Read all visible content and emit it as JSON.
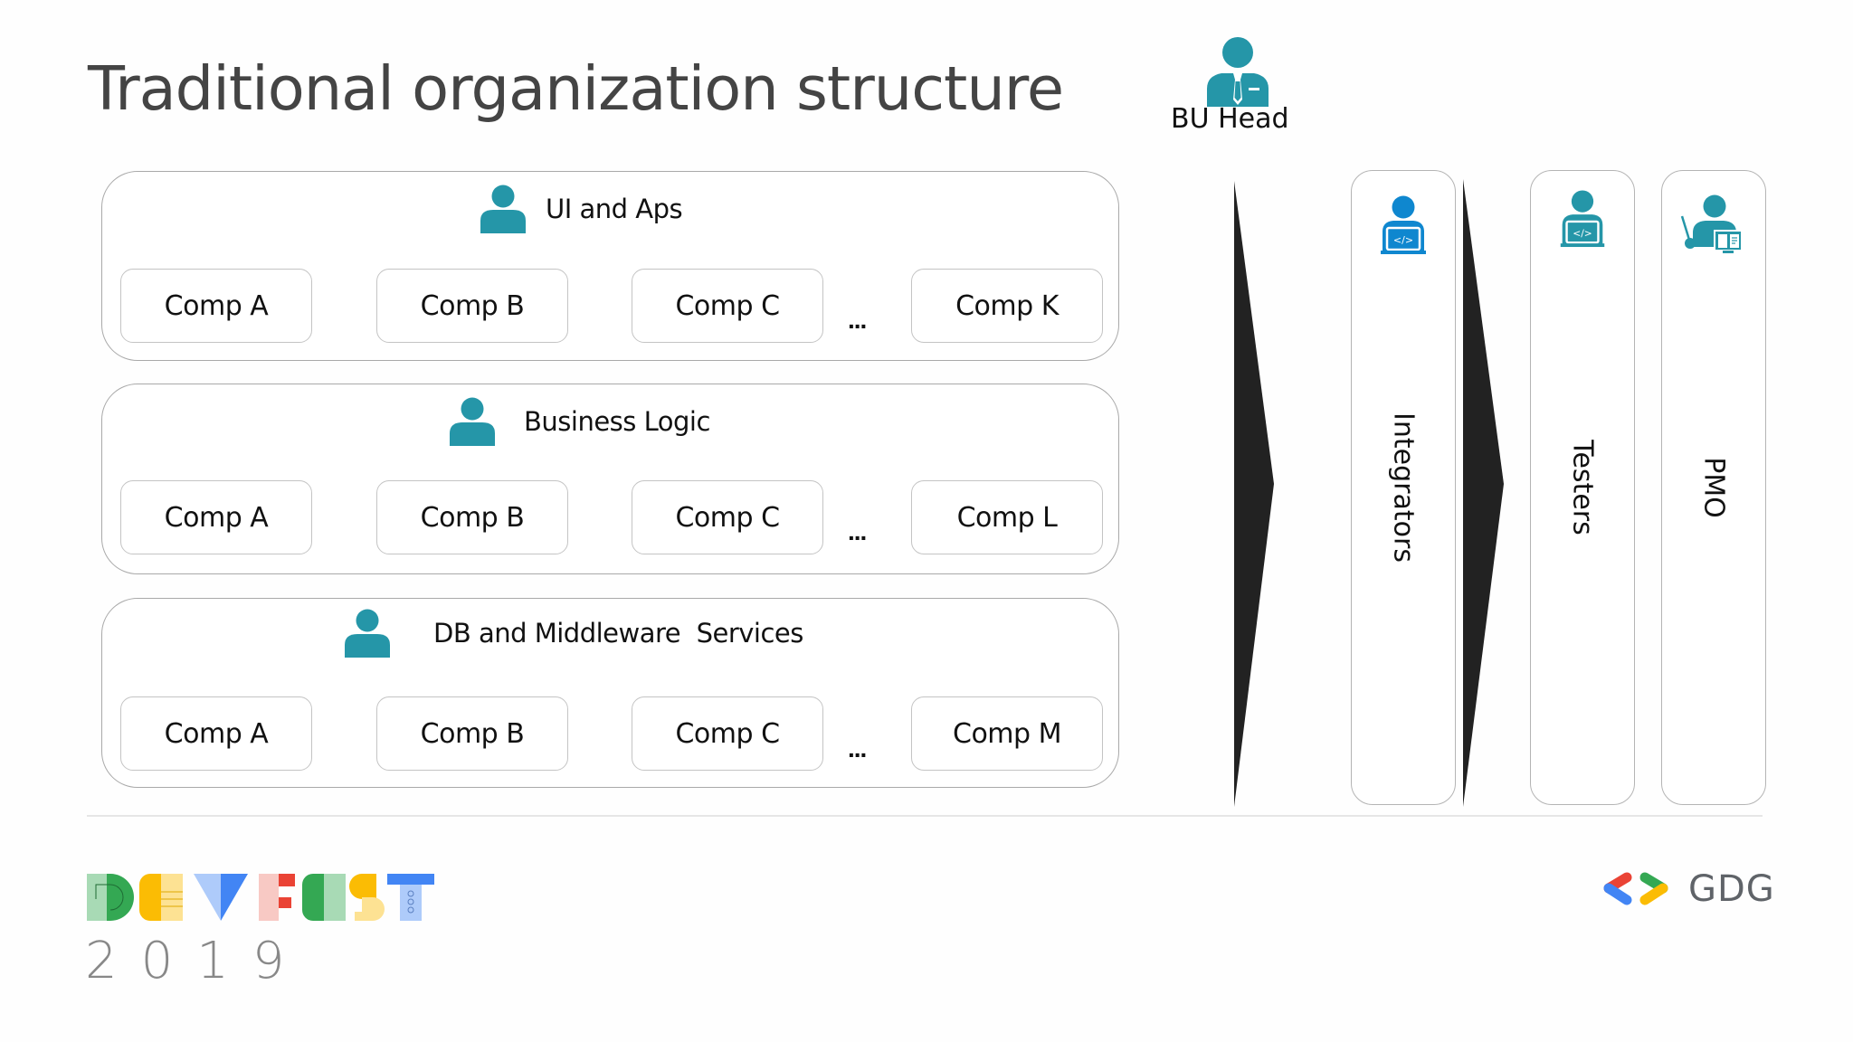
{
  "slide": {
    "title": "Traditional organization structure",
    "bu_head": {
      "label": "BU Head",
      "icon": "manager-person-icon"
    },
    "layers": [
      {
        "title": "UI and Aps",
        "icon": "person-icon",
        "components": [
          "Comp A",
          "Comp B",
          "Comp C",
          "Comp K"
        ],
        "ellipsis": "..."
      },
      {
        "title": "Business Logic",
        "icon": "person-icon",
        "components": [
          "Comp A",
          "Comp B",
          "Comp C",
          "Comp L"
        ],
        "ellipsis": "..."
      },
      {
        "title": "DB and Middleware  Services",
        "icon": "person-icon",
        "components": [
          "Comp A",
          "Comp B",
          "Comp C",
          "Comp M"
        ],
        "ellipsis": "..."
      }
    ],
    "panels": [
      {
        "label": "Integrators",
        "icon": "developer-laptop-icon",
        "icon_color": "#0f87cf"
      },
      {
        "label": "Testers",
        "icon": "developer-laptop-icon",
        "icon_color": "#2596a8"
      },
      {
        "label": "PMO",
        "icon": "presenter-board-icon",
        "icon_color": "#2596a8"
      }
    ],
    "flow_arrows": [
      "chevron-arrow-icon",
      "chevron-arrow-icon"
    ]
  },
  "footer": {
    "event_logo": "DEVFEST",
    "event_year": "2019",
    "org_logo_text": "GDG"
  },
  "colors": {
    "accent_teal": "#2596a8",
    "accent_blue": "#0f87cf",
    "title_gray": "#444444",
    "arrow_dark": "#222222",
    "google_blue": "#4285f4",
    "google_red": "#ea4335",
    "google_yellow": "#fbbc04",
    "google_green": "#34a853"
  }
}
